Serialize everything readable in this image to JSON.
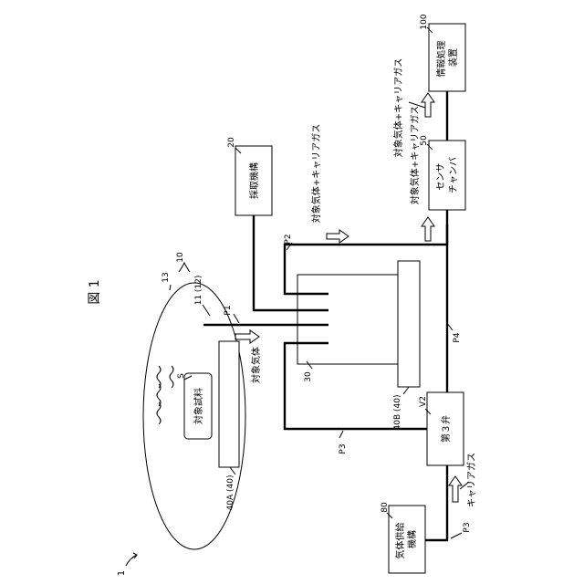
{
  "figure": {
    "title": "図 1",
    "ref": "1"
  },
  "labels": {
    "info_box": "情報処理\n装置",
    "info_ref": "100",
    "sensor_box": "センサ\nチャンバ",
    "sensor_ref": "50",
    "collect_box": "採取機構",
    "collect_ref": "20",
    "valve_box": "第３弁",
    "valve_ref": "V2",
    "supply_box": "気体供給\n機構",
    "supply_ref": "80",
    "sample_box": "対象試料",
    "sample_ref": "S",
    "gas_top": "対象気体+キャリアガス",
    "gas_mid": "対象気体+キャリアガス",
    "gas_right": "対象気体+キャリアガス",
    "target_gas": "対象気体",
    "carrier_gas": "キャリアガス",
    "ref_10": "10",
    "ref_13": "13",
    "ref_11": "11 (12)",
    "ref_P1": "P1",
    "ref_P2": "P2",
    "ref_P3a": "P3",
    "ref_P3b": "P3",
    "ref_P4": "P4",
    "ref_30": "30",
    "ref_40A": "40A (40)",
    "ref_40B": "40B (40)"
  }
}
